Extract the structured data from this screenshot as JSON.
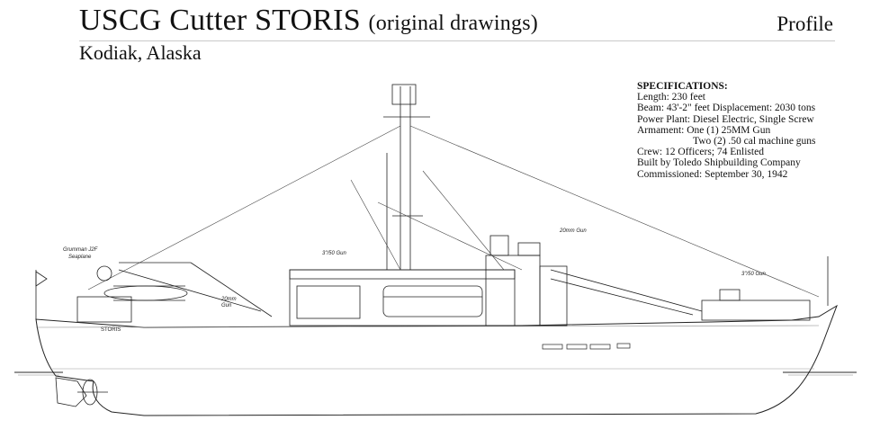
{
  "header": {
    "title_main": "USCG Cutter STORIS",
    "title_sub": "(original drawings)",
    "view": "Profile",
    "location": "Kodiak, Alaska"
  },
  "specs": {
    "heading": "SPECIFICATIONS:",
    "length": "Length: 230 feet",
    "beam": "Beam: 43'-2\" feet  Displacement: 2030 tons",
    "power": "Power Plant: Diesel Electric, Single Screw",
    "armament_1": "Armament:   One (1) 25MM Gun",
    "armament_2": "Two (2) .50 cal machine guns",
    "crew": "Crew: 12 Officers; 74 Enlisted",
    "builder": "Built by Toledo Shipbuilding Company",
    "commissioned": "Commissioned: September 30, 1942"
  },
  "drawing_labels": {
    "seaplane_1": "Grumman J2F",
    "seaplane_2": "Seaplane",
    "gun_3in_aft": "3\"/50 Gun",
    "gun_20mm_1": "20mm",
    "gun_20mm_2": "Gun",
    "gun_20mm_upper": "20mm Gun",
    "gun_3in_fwd": "3\"/50 Gun",
    "hull_name": "STORIS"
  }
}
